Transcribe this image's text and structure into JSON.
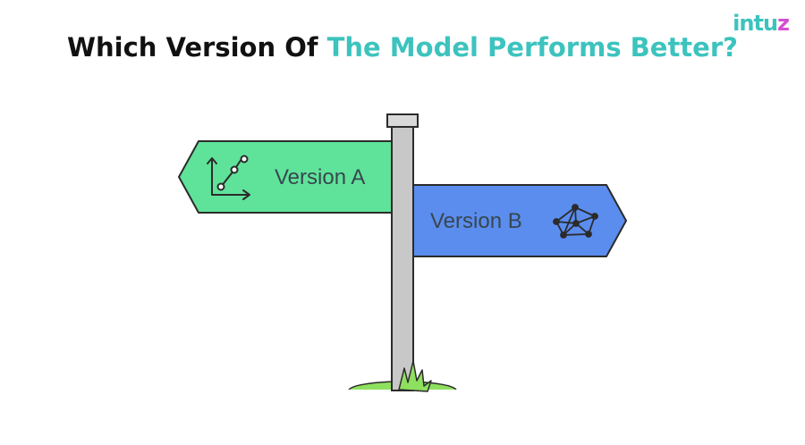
{
  "title": {
    "part1": "Which Version Of ",
    "part2": "The Model Performs Better?"
  },
  "logo": {
    "text_main": "intu",
    "text_accent": "z"
  },
  "signs": {
    "left": {
      "label": "Version A",
      "icon": "line-chart-icon",
      "color": "#5fe39a"
    },
    "right": {
      "label": "Version B",
      "icon": "network-graph-icon",
      "color": "#5b8def"
    }
  },
  "colors": {
    "accent": "#3cc3be",
    "pole": "#c8c8c8",
    "grass": "#7ed957"
  }
}
